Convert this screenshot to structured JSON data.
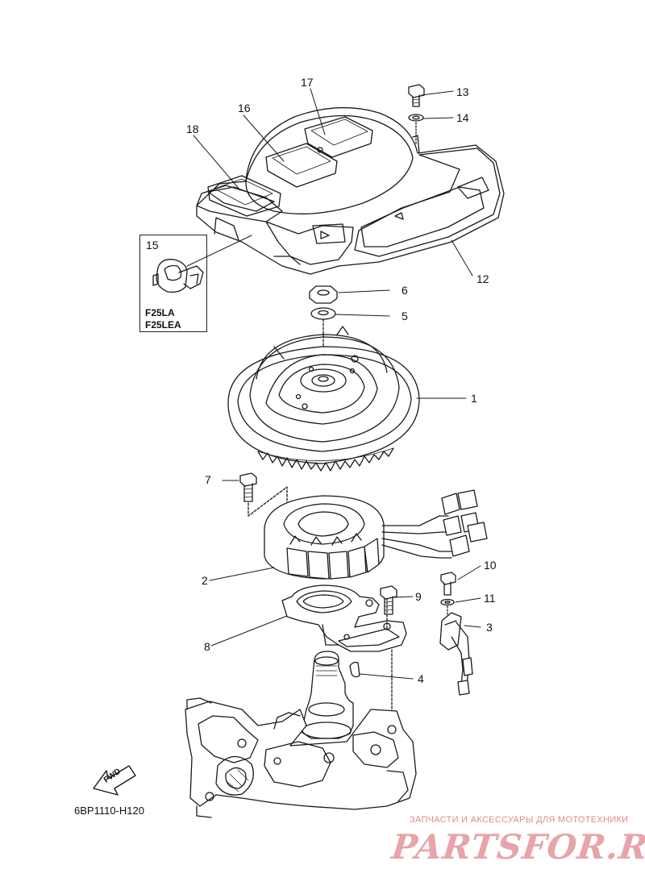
{
  "diagram": {
    "code": "6BP1110-H120",
    "inset": {
      "ref": "15",
      "models": [
        "F25LA",
        "F25LEA"
      ]
    },
    "fwd_label": "FWD",
    "callouts": [
      {
        "id": "p1",
        "label": "1"
      },
      {
        "id": "p2",
        "label": "2"
      },
      {
        "id": "p3",
        "label": "3"
      },
      {
        "id": "p4",
        "label": "4"
      },
      {
        "id": "p5",
        "label": "5"
      },
      {
        "id": "p6",
        "label": "6"
      },
      {
        "id": "p7",
        "label": "7"
      },
      {
        "id": "p8",
        "label": "8"
      },
      {
        "id": "p9",
        "label": "9"
      },
      {
        "id": "p10",
        "label": "10"
      },
      {
        "id": "p11",
        "label": "11"
      },
      {
        "id": "p12",
        "label": "12"
      },
      {
        "id": "p13",
        "label": "13"
      },
      {
        "id": "p14",
        "label": "14"
      },
      {
        "id": "p16",
        "label": "16"
      },
      {
        "id": "p17",
        "label": "17"
      },
      {
        "id": "p18",
        "label": "18"
      }
    ]
  },
  "watermark": {
    "subtitle": "ЗАПЧАСТИ И АКСЕССУАРЫ ДЛЯ МОТОТЕХНИКИ",
    "brand": "PARTSFOR.RU"
  }
}
